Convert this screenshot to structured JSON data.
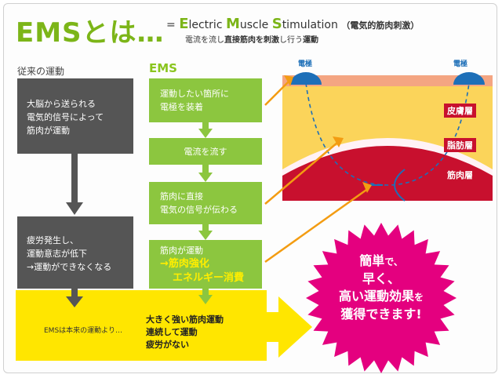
{
  "title": "EMSとは…",
  "definition": {
    "eq": "=",
    "cap_e": "E",
    "rest_e": "lectric ",
    "cap_m": "M",
    "rest_m": "uscle ",
    "cap_s": "S",
    "rest_s": "timulation",
    "jp": "（電気的筋肉刺激）"
  },
  "subtitle": {
    "pre": "電流を流し",
    "bold": "直接筋肉を刺激",
    "mid": "し行う",
    "bold2": "運動"
  },
  "traditional": {
    "heading": "従来の運動",
    "box1": [
      "大脳から送られる",
      "電気的信号によって",
      "筋肉が運動"
    ],
    "box2": [
      "疲労発生し、",
      "運動意志が低下",
      "→運動ができなくなる"
    ]
  },
  "ems": {
    "heading": "EMS",
    "steps": [
      [
        "運動したい箇所に",
        "電極を装着"
      ],
      [
        "電流を流す"
      ],
      [
        "筋肉に直接",
        "電気の信号が伝わる"
      ]
    ],
    "step4_line1": "筋肉が運動",
    "step4_hl1": "→筋肉強化",
    "step4_hl2": "エネルギー消費"
  },
  "bottom": {
    "note": "EMSは本来の運動より…",
    "bold_lines": [
      "大きく強い筋肉運動",
      "連続して運動",
      "疲労がない"
    ]
  },
  "illustration": {
    "electrode_left": "電極",
    "electrode_right": "電極",
    "layers": [
      "皮膚層",
      "脂肪層",
      "筋肉層"
    ]
  },
  "burst": {
    "line1a": "簡単",
    "line1b": "で、",
    "line2": "早く、",
    "line3a": "高い運動効果",
    "line3b": "を",
    "line4": "獲得できます!"
  },
  "colors": {
    "green": "#8cc63f",
    "title_green": "#7cb518",
    "dark": "#555555",
    "yellow": "#ffe600",
    "orange": "#f39c12",
    "skin": "#f4a582",
    "fat": "#fbd45a",
    "muscle": "#c8102e",
    "burst": "#e4007f"
  }
}
